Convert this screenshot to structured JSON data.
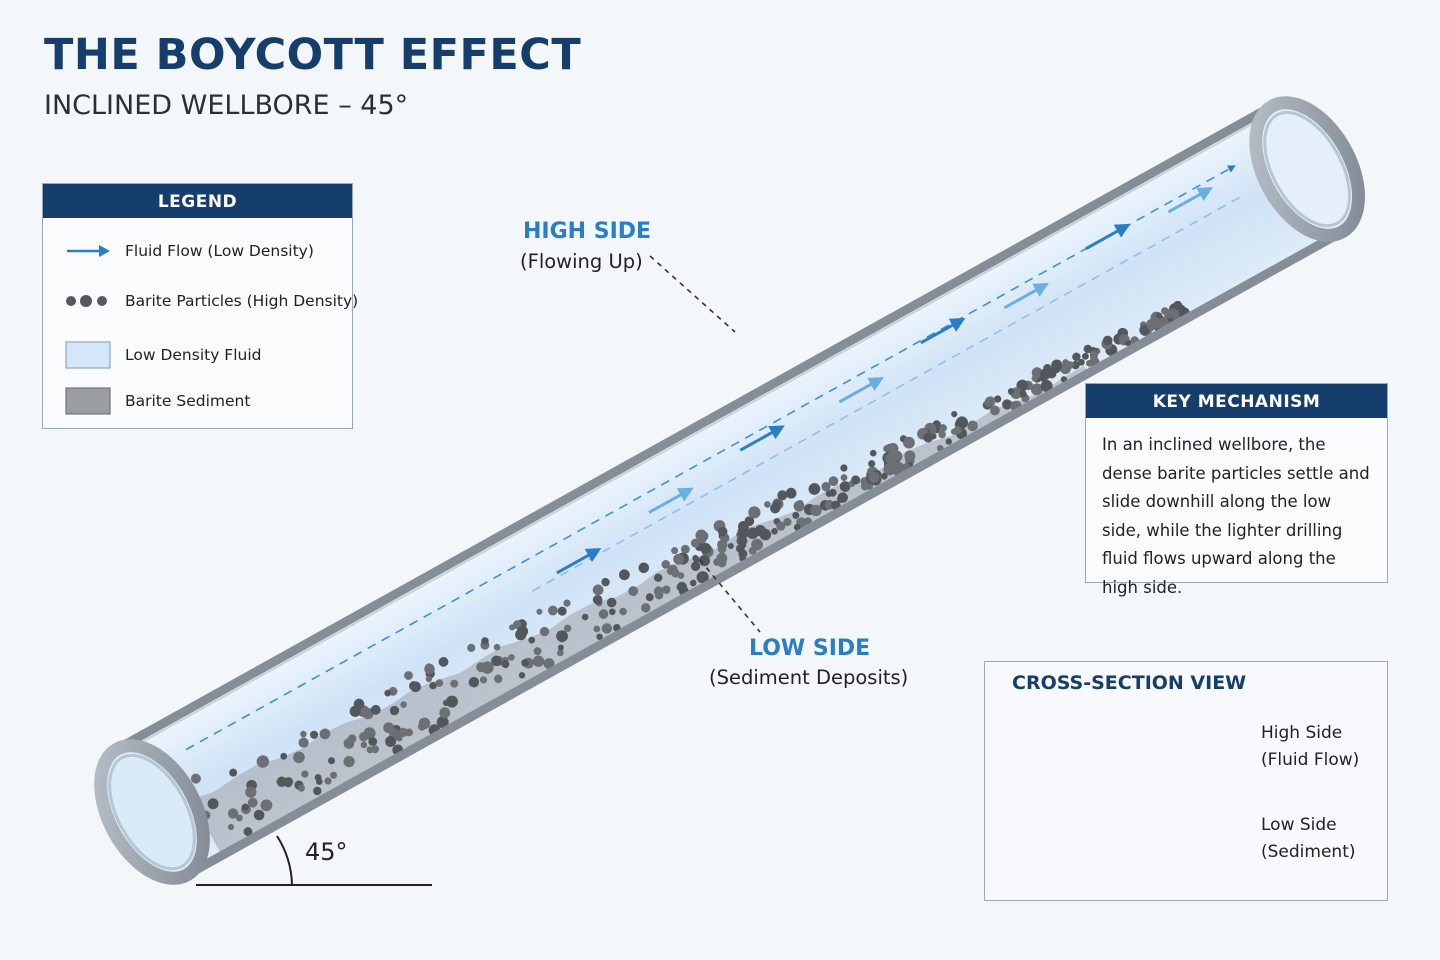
{
  "header": {
    "title": "THE BOYCOTT EFFECT",
    "subtitle": "INCLINED WELLBORE – 45°"
  },
  "legend": {
    "title": "LEGEND",
    "items": [
      {
        "label": "Fluid Flow (Low Density)",
        "icon": "arrow-icon"
      },
      {
        "label": "Barite Particles (High Density)",
        "icon": "particles-icon"
      },
      {
        "label": "Low Density Fluid",
        "icon": "fluid-swatch-icon"
      },
      {
        "label": "Barite Sediment",
        "icon": "sediment-swatch-icon"
      }
    ]
  },
  "callouts": {
    "high_side": {
      "title": "HIGH SIDE",
      "subtitle": "(Flowing Up)"
    },
    "low_side": {
      "title": "LOW SIDE",
      "subtitle": "(Sediment Deposits)"
    }
  },
  "angle": {
    "label": "45°"
  },
  "key_mechanism": {
    "title": "KEY MECHANISM",
    "text": "In an inclined wellbore, the dense barite particles settle and slide downhill along the low side, while the lighter drilling fluid flows upward along the high side."
  },
  "cross_section": {
    "title": "CROSS-SECTION VIEW",
    "high_label_1": "High Side",
    "high_label_2": "(Fluid Flow)",
    "low_label_1": "Low Side",
    "low_label_2": "(Sediment)"
  },
  "colors": {
    "title": "#163e6c",
    "accent": "#2a7ec6",
    "fluid": "#cfe3f7",
    "sediment": "#8c9096",
    "particle": "#5d6166",
    "pipe_wall": "#8f97a1"
  }
}
